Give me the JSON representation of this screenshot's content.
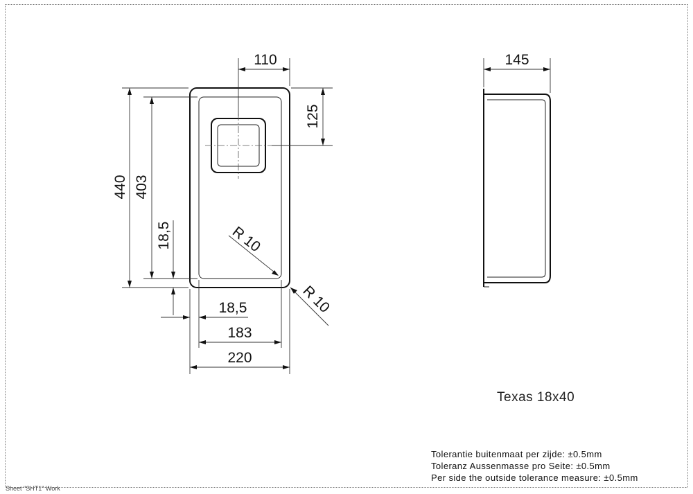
{
  "dimensions": {
    "top_width": "110",
    "side_top_width": "145",
    "drain_offset": "125",
    "outer_height": "440",
    "inner_height": "403",
    "wall_left": "18,5",
    "wall_bottom": "18,5",
    "radius_inner": "R 10",
    "radius_outer": "R 10",
    "inner_width": "183",
    "outer_width": "220"
  },
  "product": {
    "name": "Texas 18x40"
  },
  "tolerance": {
    "nl": "Tolerantie buitenmaat per zijde: ±0.5mm",
    "de": "Toleranz Aussenmasse pro Seite: ±0.5mm",
    "en": "Per side the outside tolerance measure: ±0.5mm"
  },
  "sheet": {
    "label": "Sheet \"SHT1\" Work"
  }
}
